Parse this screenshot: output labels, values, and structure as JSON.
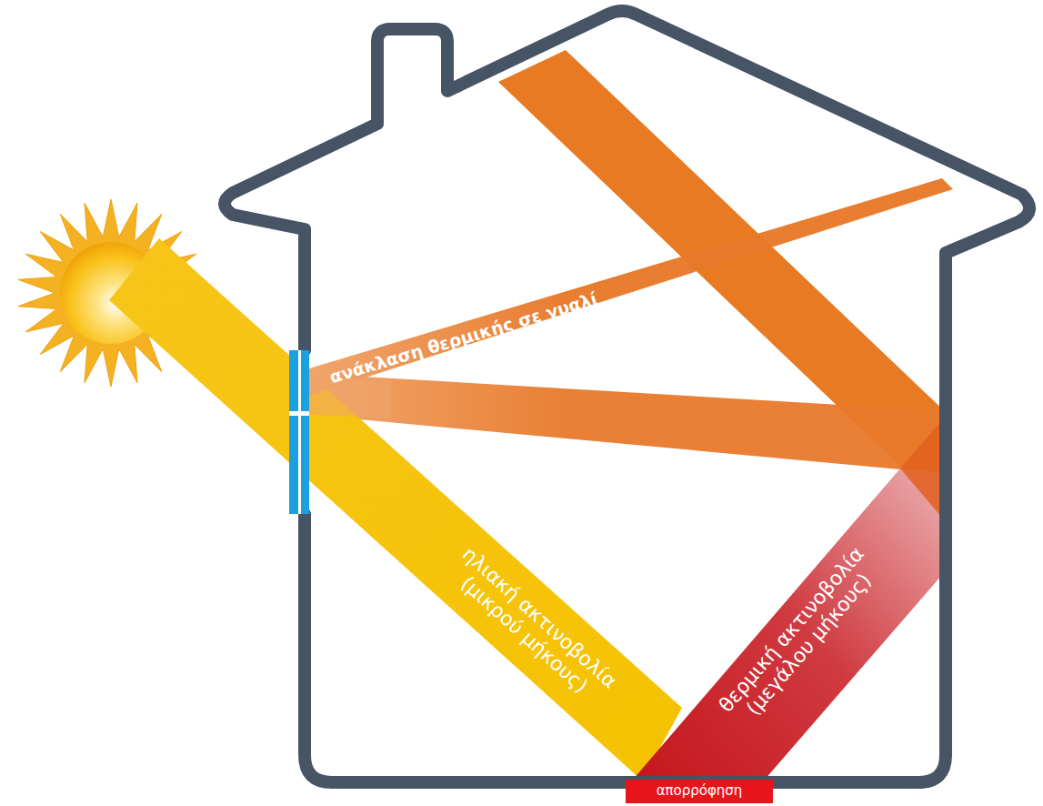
{
  "diagram": {
    "nodes": [
      {
        "text": [
          "ανάκλαση θερμικής σε γυαλί"
        ]
      },
      {
        "text": [
          "ηλιακή ακτινοβολία (μικρού μήκους)"
        ]
      },
      {
        "text": [
          "θερμική ακτινοβολία (μεγάλου μήκους)"
        ]
      },
      {
        "text": [
          "απορρόφηση"
        ]
      }
    ]
  }
}
